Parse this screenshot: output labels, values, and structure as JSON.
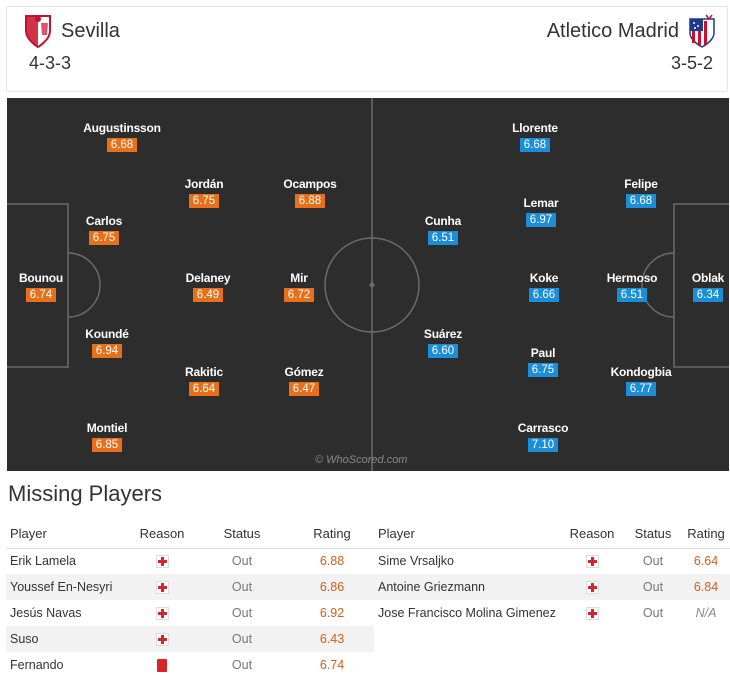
{
  "home": {
    "name": "Sevilla",
    "formation": "4-3-3",
    "rating_color": "#e8701a",
    "players": [
      {
        "name": "Augustinsson",
        "rating": "6.68"
      },
      {
        "name": "Jordán",
        "rating": "6.75"
      },
      {
        "name": "Ocampos",
        "rating": "6.88"
      },
      {
        "name": "Carlos",
        "rating": "6.75"
      },
      {
        "name": "Bounou",
        "rating": "6.74"
      },
      {
        "name": "Delaney",
        "rating": "6.49"
      },
      {
        "name": "Mir",
        "rating": "6.72"
      },
      {
        "name": "Koundé",
        "rating": "6.94"
      },
      {
        "name": "Rakitic",
        "rating": "6.64"
      },
      {
        "name": "Gómez",
        "rating": "6.47"
      },
      {
        "name": "Montiel",
        "rating": "6.85"
      }
    ]
  },
  "away": {
    "name": "Atletico Madrid",
    "formation": "3-5-2",
    "rating_color": "#1a8ed8",
    "players": [
      {
        "name": "Llorente",
        "rating": "6.68"
      },
      {
        "name": "Felipe",
        "rating": "6.68"
      },
      {
        "name": "Lemar",
        "rating": "6.97"
      },
      {
        "name": "Cunha",
        "rating": "6.51"
      },
      {
        "name": "Koke",
        "rating": "6.66"
      },
      {
        "name": "Hermoso",
        "rating": "6.51"
      },
      {
        "name": "Oblak",
        "rating": "6.34"
      },
      {
        "name": "Suárez",
        "rating": "6.60"
      },
      {
        "name": "Paul",
        "rating": "6.75"
      },
      {
        "name": "Kondogbia",
        "rating": "6.77"
      },
      {
        "name": "Carrasco",
        "rating": "7.10"
      }
    ]
  },
  "watermark": "© WhoScored.com",
  "missing": {
    "title": "Missing Players",
    "headers": {
      "player": "Player",
      "reason": "Reason",
      "status": "Status",
      "rating": "Rating"
    },
    "home": [
      {
        "player": "Erik Lamela",
        "reason": "injury",
        "status": "Out",
        "rating": "6.88"
      },
      {
        "player": "Youssef En-Nesyri",
        "reason": "injury",
        "status": "Out",
        "rating": "6.86"
      },
      {
        "player": "Jesús Navas",
        "reason": "injury",
        "status": "Out",
        "rating": "6.92"
      },
      {
        "player": "Suso",
        "reason": "injury",
        "status": "Out",
        "rating": "6.43"
      },
      {
        "player": "Fernando",
        "reason": "red-card",
        "status": "Out",
        "rating": "6.74"
      }
    ],
    "away": [
      {
        "player": "Sime Vrsaljko",
        "reason": "injury",
        "status": "Out",
        "rating": "6.64"
      },
      {
        "player": "Antoine Griezmann",
        "reason": "injury",
        "status": "Out",
        "rating": "6.84"
      },
      {
        "player": "Jose Francisco Molina Gimenez",
        "reason": "injury",
        "status": "Out",
        "rating": "N/A"
      }
    ]
  }
}
